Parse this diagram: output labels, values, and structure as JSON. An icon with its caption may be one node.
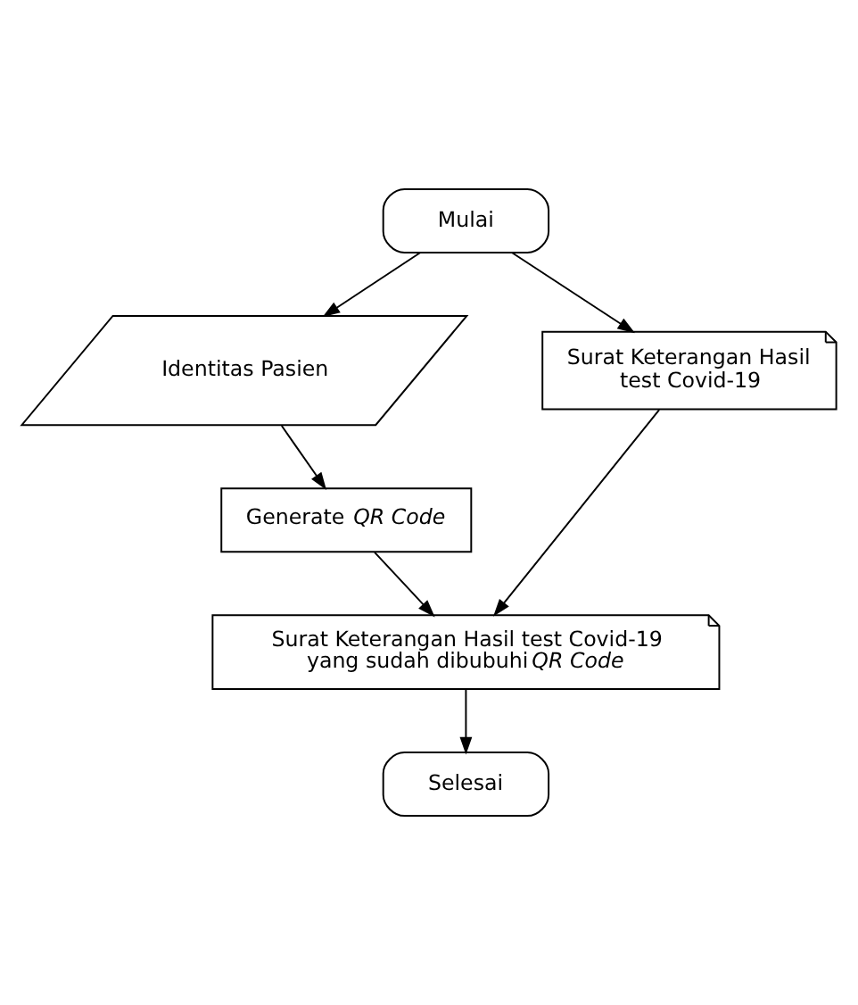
{
  "diagram": {
    "nodes": [
      {
        "text": [
          "Mulai"
        ]
      },
      {
        "text": [
          "Identitas Pasien"
        ]
      },
      {
        "text": [
          "Surat Keterangan Hasil test Covid-19"
        ]
      },
      {
        "text": [
          "Generate *QR Code*"
        ]
      },
      {
        "text": [
          "Surat Keterangan Hasil test Covid-19 yang sudah dibubuhi *QR Code*"
        ]
      },
      {
        "text": [
          "Selesai"
        ]
      }
    ],
    "edges": [
      {
        "from": 0,
        "to": 1,
        "arrow": "to"
      },
      {
        "from": 0,
        "to": 2,
        "arrow": "to"
      },
      {
        "from": 1,
        "to": 3,
        "arrow": "to"
      },
      {
        "from": 3,
        "to": 4,
        "arrow": "to"
      },
      {
        "from": 2,
        "to": 4,
        "arrow": "to"
      },
      {
        "from": 4,
        "to": 5,
        "arrow": "to"
      }
    ]
  }
}
